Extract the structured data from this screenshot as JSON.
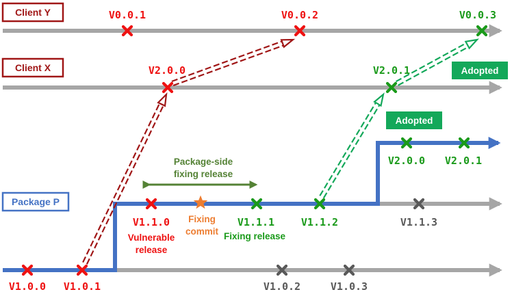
{
  "colors": {
    "red": "#ee1111",
    "darkred": "#a01616",
    "green": "#1a9a1a",
    "brightgreen": "#14a85a",
    "blue": "#4472c4",
    "gray": "#a6a6a6",
    "darkgray": "#595959",
    "orange": "#ed7d31",
    "olive": "#548235"
  },
  "timelines": {
    "client_y": "Client Y",
    "client_x": "Client X",
    "package_p": "Package P"
  },
  "versions": {
    "y_v001": "V0.0.1",
    "y_v002": "V0.0.2",
    "y_v003": "V0.0.3",
    "x_v200": "V2.0.0",
    "x_v201": "V2.0.1",
    "p_v100": "V1.0.0",
    "p_v101": "V1.0.1",
    "p_v102": "V1.0.2",
    "p_v103": "V1.0.3",
    "p_v110": "V1.1.0",
    "p_v111": "V1.1.1",
    "p_v112": "V1.1.2",
    "p_v113": "V1.1.3",
    "p_v200": "V2.0.0",
    "p_v201": "V2.0.1"
  },
  "annotations": {
    "vulnerable": [
      "Vulnerable",
      "release"
    ],
    "fixing_commit": [
      "Fixing",
      "commit"
    ],
    "fixing_release": "Fixing release",
    "package_side": [
      "Package-side",
      "fixing release"
    ],
    "adopted_top": "Adopted",
    "adopted_mid": "Adopted"
  }
}
